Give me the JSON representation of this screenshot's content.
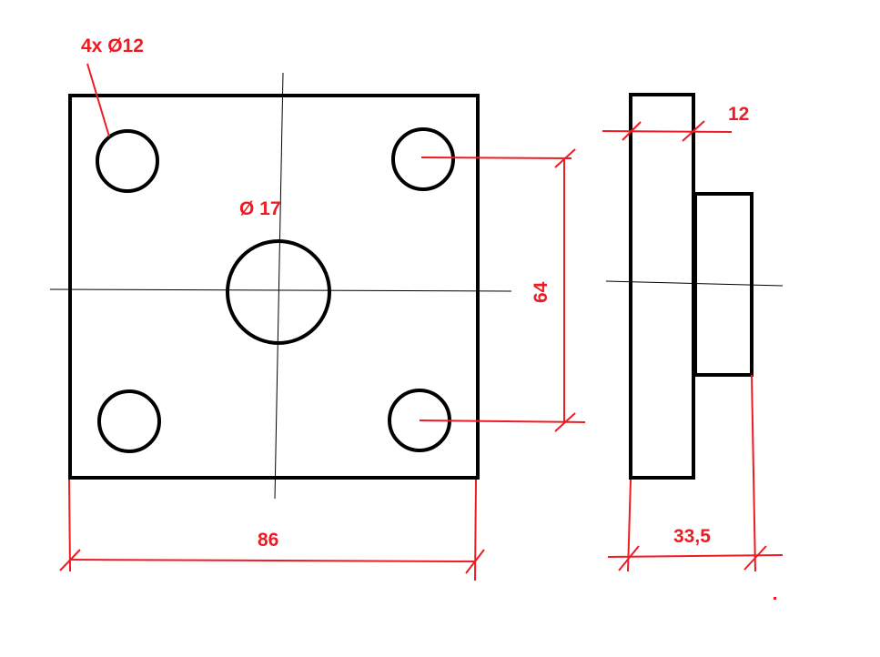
{
  "drawing": {
    "front_view": {
      "hole_pattern_label": "4x Ø12",
      "center_hole_label": "Ø 17",
      "hole_spacing_label": "64",
      "width_label": "86"
    },
    "side_view": {
      "plate_thickness_label": "12",
      "total_depth_label": "33,5"
    },
    "colors": {
      "outline": "#000000",
      "dimension": "#ed1c24"
    }
  }
}
